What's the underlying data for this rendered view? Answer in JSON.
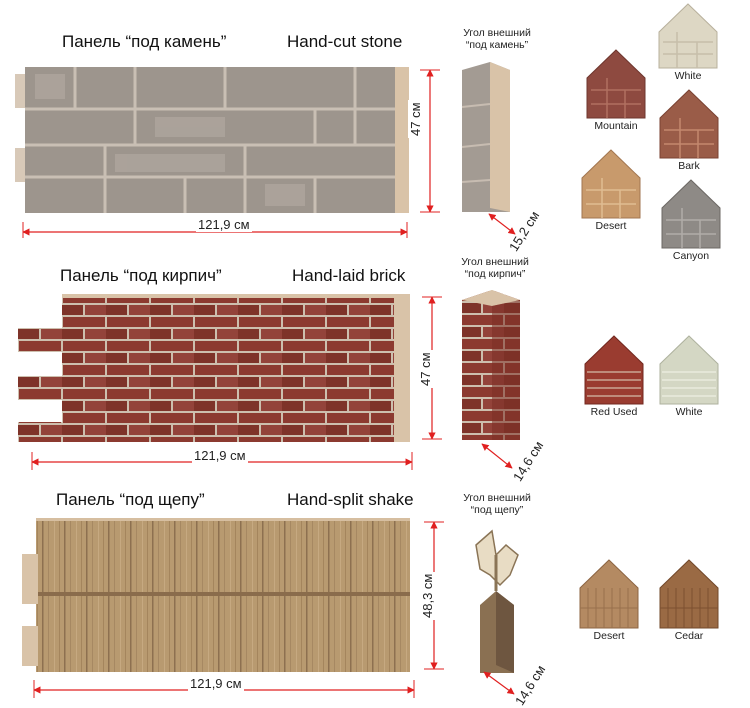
{
  "colors": {
    "dimension_line": "#e02020",
    "stone_gray": "#a49c94",
    "brick_red": "#8c3a30",
    "shake_tan": "#b89a70"
  },
  "sections": [
    {
      "title_ru": "Панель “под камень”",
      "title_en": "Hand-cut stone",
      "width": "121,9 см",
      "height": "47 см",
      "corner_caption_line1": "Угол внешний",
      "corner_caption_line2": "“под камень”",
      "corner_width": "15,2 см",
      "colors": [
        "White",
        "Mountain",
        "Bark",
        "Desert",
        "Canyon"
      ]
    },
    {
      "title_ru": "Панель “под кирпич”",
      "title_en": "Hand-laid brick",
      "width": "121,9 см",
      "height": "47 см",
      "corner_caption_line1": "Угол внешний",
      "corner_caption_line2": "“под кирпич”",
      "corner_width": "14,6 см",
      "colors": [
        "Red Used",
        "White"
      ]
    },
    {
      "title_ru": "Панель “под щепу”",
      "title_en": "Hand-split shake",
      "width": "121,9 см",
      "height": "48,3 см",
      "corner_caption_line1": "Угол внешний",
      "corner_caption_line2": "“под щепу”",
      "corner_width": "14,6 см",
      "colors": [
        "Desert",
        "Cedar"
      ]
    }
  ]
}
